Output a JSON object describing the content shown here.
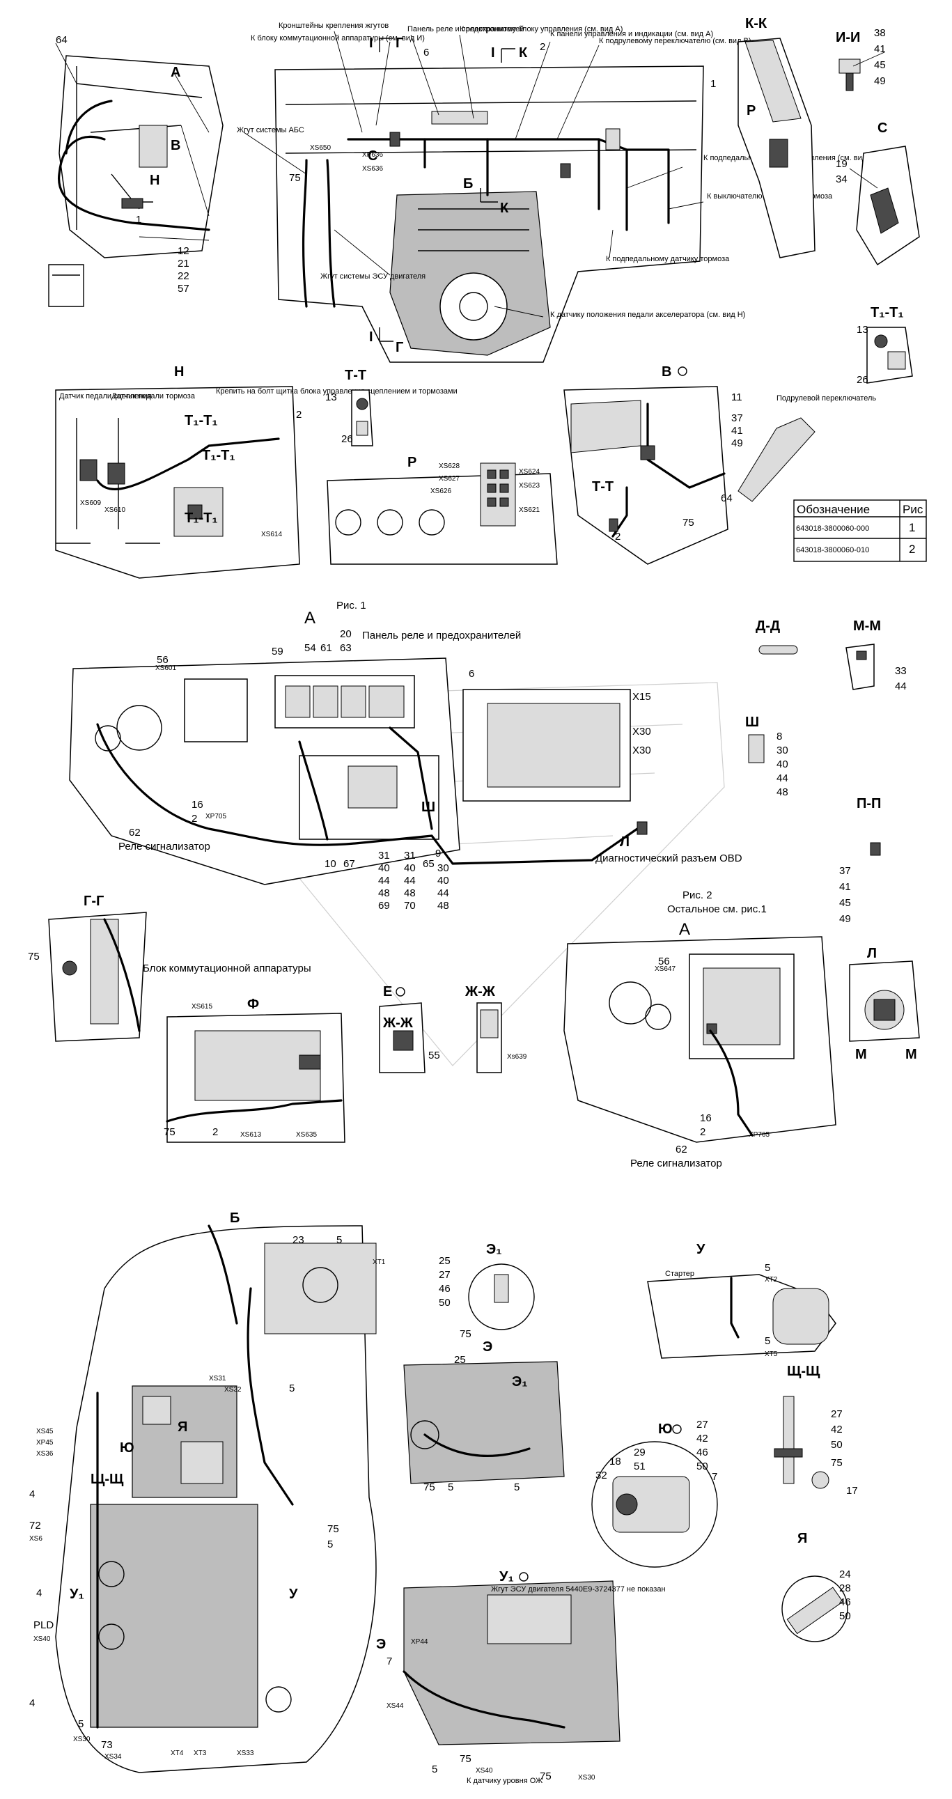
{
  "figure_labels": {
    "fig1": "Рис. 1",
    "fig2": "Рис. 2",
    "fig2_note": "Остальное см. рис.1"
  },
  "views": {
    "kk": "К-К",
    "ii": "И-И",
    "s": "С",
    "t1t1": "Т₁-Т₁",
    "n": "Н",
    "tt": "Т-Т",
    "r": "Р",
    "v": "В",
    "a1": "А",
    "dd": "Д-Д",
    "mm": "М-М",
    "sh": "Ш",
    "pp": "П-П",
    "gg": "Г-Г",
    "l": "Л",
    "e": "Е",
    "zhzh": "Ж-Ж",
    "f": "Ф",
    "a2": "А",
    "b": "Б",
    "ee1": "Э₁",
    "u": "У",
    "ee": "Э",
    "yu": "Ю",
    "shch": "Щ-Щ",
    "ya": "Я",
    "u1": "У₁"
  },
  "callouts_top": {
    "brackets": "Кронштейны крепления жгутов",
    "to_switch_block": "К блоку коммутационной аппаратуры (см. вид И)",
    "relay_panel": "Панель реле и предохранителей",
    "to_ecu": "К электронному блоку управления (см. вид А)",
    "to_control_panel": "К панели управления и индикации (см. вид А)",
    "to_column_switch": "К подрулевому переключателю (см. вид В)",
    "abs_harness": "Жгут системы АБС",
    "to_clutch_sensor": "К подпедальному датчику сцепления (см. вид Н)",
    "to_engine_brake": "К выключателю моторного тормоза",
    "esu_harness": "Жгут системы ЭСУ двигателя",
    "to_brake_sensor": "К подпедальному датчику тормоза",
    "to_accel_sensor": "К датчику положения педали акселератора (см. вид Н)"
  },
  "callouts_n": {
    "clutch_sensor": "Датчик педали сцепления",
    "brake_sensor": "Датчик педали тормоза",
    "fix_note": "Крепить на болт щитка блока управления сцеплением и тормозами"
  },
  "callouts_v": {
    "column_switch": "Подрулевой переключатель"
  },
  "callouts_fig1": {
    "relay_panel": "Панель реле и предохранителей",
    "signal_relay": "Реле сигнализатор",
    "obd": "Диагностический разъем OBD"
  },
  "callouts_gg": {
    "switch_block": "Блок коммутационной аппаратуры"
  },
  "callouts_fig2": {
    "signal_relay": "Реле сигнализатор"
  },
  "callouts_bottom": {
    "starter": "Стартер",
    "harness_note": "Жгут ЭСУ двигателя 5440Е9-3724377 не показан",
    "to_coolant_sensor": "К датчику уровня ОЖ"
  },
  "connectors": {
    "xs650": "XS650",
    "xp636": "XP636",
    "xs636": "XS636",
    "xs609": "XS609",
    "xs610": "XS610",
    "xs614": "XS614",
    "xs628": "XS628",
    "xs627": "XS627",
    "xs626": "XS626",
    "xs624": "XS624",
    "xs623": "XS623",
    "xs621": "XS621",
    "xs601": "XS601",
    "xp705": "XP705",
    "xs647": "XS647",
    "xp765": "XP765",
    "x15": "X15",
    "x30a": "X30",
    "x30b": "X30",
    "xs615": "XS615",
    "xs613": "XS613",
    "xs635": "XS635",
    "xs639": "Xs639",
    "xt1": "XT1",
    "xt2": "XT2",
    "xt5": "XT5",
    "xt3": "XT3",
    "xt4": "XT4",
    "xs31": "XS31",
    "xs32": "XS32",
    "xs45": "XS45",
    "xp45": "XP45",
    "xs36": "XS36",
    "xs6": "XS6",
    "pld": "PLD",
    "xs40": "XS40",
    "xs30": "XS30",
    "xs34": "XS34",
    "xs33": "XS33",
    "xp44": "XP44",
    "xs44": "XS44",
    "xs40b": "XS40",
    "xs30b": "XS30"
  },
  "section_markers": {
    "g": "Г",
    "i": "I",
    "k": "К",
    "ma": "М",
    "mb": "М"
  },
  "part_numbers": {
    "p64": "64",
    "p1": "1",
    "p12": "12",
    "p21": "21",
    "p22": "22",
    "p57": "57",
    "p75a": "75",
    "p6": "6",
    "p2": "2",
    "p1b": "1",
    "ii1": "38",
    "ii2": "41",
    "ii3": "45",
    "ii4": "49",
    "s19": "19",
    "s34": "34",
    "t1n13": "13",
    "t1n26": "26",
    "n2": "2",
    "tt13": "13",
    "tt26": "26",
    "v11": "11",
    "v37": "37",
    "v41": "41",
    "v49": "49",
    "v64": "64",
    "v75": "75",
    "v2": "2",
    "a56": "56",
    "a59": "59",
    "a54": "54",
    "a61": "61",
    "a20": "20",
    "a63": "63",
    "a6": "6",
    "a16": "16",
    "a2": "2",
    "a62": "62",
    "a10": "10",
    "a67": "67",
    "c1": [
      "31",
      "40",
      "44",
      "48",
      "69"
    ],
    "c2": [
      "31",
      "40",
      "44",
      "48",
      "70"
    ],
    "a65": "65",
    "a9": "9",
    "c3": [
      "30",
      "40",
      "44",
      "48"
    ],
    "mm33": "33",
    "mm44": "44",
    "sh8": "8",
    "sh_list": [
      "30",
      "40",
      "44",
      "48"
    ],
    "pp_list": [
      "37",
      "41",
      "45",
      "49"
    ],
    "gg75": "75",
    "e55": "55",
    "f75": "75",
    "f2": "2",
    "a2_56": "56",
    "a2_16": "16",
    "a2_2": "2",
    "a2_62": "62",
    "b23": "23",
    "b5a": "5",
    "b5b": "5",
    "b5c": "5",
    "b75": "75",
    "b4a": "4",
    "b72": "72",
    "b4b": "4",
    "b4c": "4",
    "b5d": "5",
    "b73": "73",
    "e1_list": [
      "25",
      "27",
      "46",
      "50"
    ],
    "e1_75": "75",
    "u5a": "5",
    "u5b": "5",
    "ee25": "25",
    "ee75": "75",
    "ee5a": "5",
    "ee5b": "5",
    "yu29": "29",
    "yu51": "51",
    "yu18": "18",
    "yu32": "32",
    "yu_list": [
      "27",
      "42",
      "46",
      "50"
    ],
    "yu7": "7",
    "shch_list": [
      "27",
      "42",
      "50"
    ],
    "shch75": "75",
    "shch17": "17",
    "ya_list": [
      "24",
      "28",
      "46",
      "50"
    ],
    "u1_7": "7",
    "u1_5": "5",
    "u1_75a": "75",
    "u1_75b": "75"
  },
  "spec_table": {
    "headers": [
      "Обозначение",
      "Рис"
    ],
    "rows": [
      [
        "643018-3800060-000",
        "1"
      ],
      [
        "643018-3800060-010",
        "2"
      ]
    ]
  }
}
